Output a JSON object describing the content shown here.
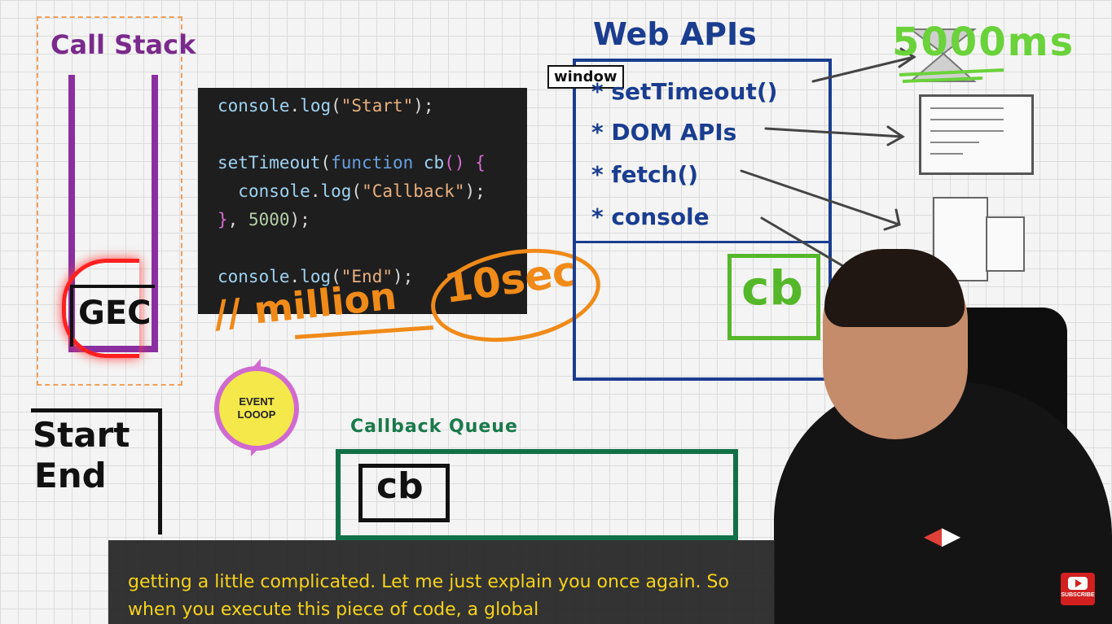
{
  "call_stack": {
    "title": "Call Stack",
    "gec": "GEC"
  },
  "code": {
    "lines": [
      "console.log(\"Start\");",
      "",
      "setTimeout(function cb() {",
      "  console.log(\"Callback\");",
      "}, 5000);",
      "",
      "console.log(\"End\");"
    ]
  },
  "annotations": {
    "million": "// million",
    "ten_sec": "10sec"
  },
  "web_apis": {
    "title": "Web APIs",
    "window_tag": "window",
    "items": [
      "* setTimeout()",
      "* DOM APIs",
      "* fetch()",
      "* console"
    ],
    "cb": "cb",
    "timer_label": "5000ms"
  },
  "output": {
    "start": "Start",
    "end": "End"
  },
  "event_loop": {
    "label": "EVENT LOOOP"
  },
  "callback_queue": {
    "title": "Callback Queue",
    "cb": "cb"
  },
  "subtitles": {
    "line1": "getting a little complicated. Let me just explain you once again. So",
    "line2": "when you execute this piece of code, a global"
  },
  "subscribe": {
    "label": "SUBSCRIBE"
  },
  "colors": {
    "call_stack": "#8b2fa0",
    "web_apis": "#1a3d8f",
    "orange": "#f08a18",
    "green": "#55b82a",
    "queue": "#127048",
    "subtitle": "#f6d21c"
  }
}
